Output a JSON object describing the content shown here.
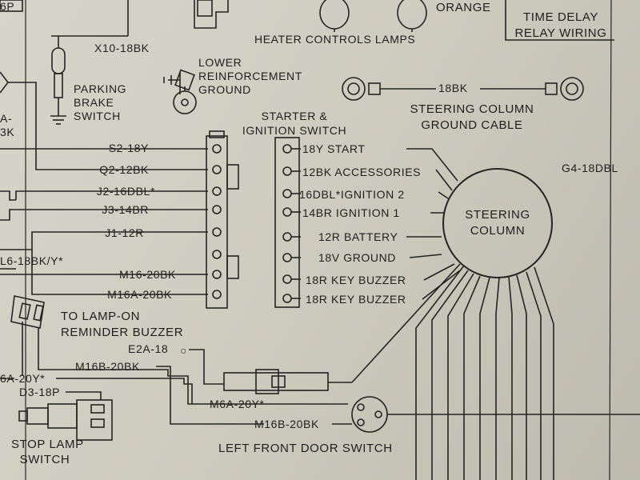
{
  "labels": {
    "top_left_fragment": "6P",
    "x10": "X10-18BK",
    "heater_lamps": "HEATER CONTROLS LAMPS",
    "orange": "ORANGE",
    "time_delay": "TIME DELAY\nRELAY WIRING",
    "lower_reinf": "LOWER\nREINFORCEMENT\nGROUND",
    "parking_brake": "PARKING\nBRAKE\nSWITCH",
    "left_frag": "A-\n3K",
    "starter_switch": "STARTER &\nIGNITION SWITCH",
    "wire_18bk": "18BK",
    "steering_ground": "STEERING COLUMN\nGROUND CABLE",
    "g4": "G4-18DBL",
    "steering_column": "STEERING\nCOLUMN",
    "buzzer": "TO LAMP-ON\nREMINDER BUZZER",
    "stop_lamp": "STOP LAMP\nSWITCH",
    "door_switch": "LEFT FRONT DOOR SWITCH",
    "l6": "L6-18BK/Y*",
    "e2a": "E2A-18",
    "m16b": "M16B-20BK",
    "m6a_left": "6A-20Y*",
    "d3": "D3-18P",
    "m6a": "M6A-20Y*",
    "m16b_2": "M16B-20BK"
  },
  "left_connector_wires": [
    "S2-18Y",
    "Q2-12BK",
    "J2-16DBL*",
    "J3-14BR",
    "J1-12R",
    "M16-20BK",
    "M16A-20BK"
  ],
  "switch_terminals": [
    "18Y START",
    "12BK ACCESSORIES",
    "16DBL*IGNITION 2",
    "14BR IGNITION 1",
    "12R BATTERY",
    "18V GROUND",
    "18R KEY BUZZER",
    "18R KEY BUZZER"
  ]
}
